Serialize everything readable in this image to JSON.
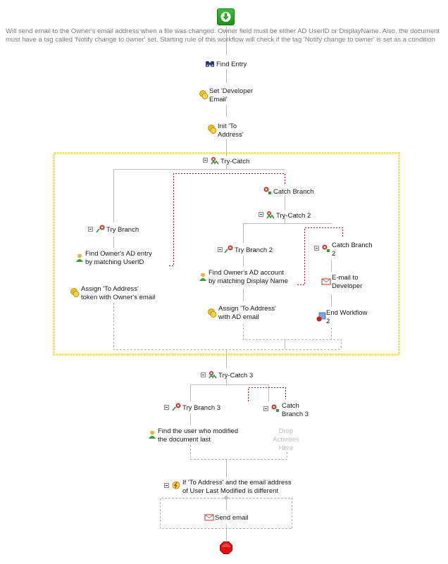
{
  "workflow": {
    "description": "Will send email to the Owner's email address when a file was changed. Owner field must be either AD UserID or DisplayName. Also, the document must have a tag called 'Notify change to owner' set. Starting rule of this workflow will check if the tag 'Notify change to owner' is set as a condition",
    "activities": {
      "find_entry": "Find Entry",
      "set_dev_email": "Set 'Developer\nEmail'",
      "init_to_address": "Init 'To\nAddress'",
      "try_catch": "Try-Catch",
      "try_branch": "Try Branch",
      "find_owner_ad_entry": "Find Owner's AD entry\nby matching UserID",
      "assign_to_address_1": "Assign 'To Address'\ntoken with Owner's email",
      "catch_branch": "Catch Branch",
      "try_catch_2": "Try-Catch 2",
      "try_branch_2": "Try Branch 2",
      "find_owner_ad_account": "Find Owner's AD account\nby matching Display Name",
      "assign_to_address_2": "Assign 'To Address'\nwith AD email",
      "catch_branch_2": "Catch Branch\n2",
      "email_to_developer": "E-mail to\nDeveloper",
      "end_workflow_2": "End Workflow\n2",
      "try_catch_3": "Try-Catch 3",
      "try_branch_3": "Try Branch 3",
      "find_user_modified": "Find the user who modified\nthe document last",
      "catch_branch_3": "Catch\nBranch 3",
      "drop_activities": "Drop\nActivities\nHere",
      "if_condition": "If 'To Address' and the email address\nof User Last Modified is different",
      "send_email": "Send email"
    }
  },
  "colors": {
    "connector": "#bdbdbd",
    "dashed_connector": "#b3b3b3",
    "catch_link": "#a0102a",
    "selection_border": "#f2e55b",
    "description_text": "#7d7d7d",
    "start_green": "#2aa52a",
    "stop_red": "#e01010"
  },
  "icons": {
    "start": "start-arrow-down-icon",
    "find_entry": "binoculars-icon",
    "token": "token-coin-icon",
    "try_catch": "try-catch-icon",
    "user": "user-icon",
    "email": "email-envelope-icon",
    "end_workflow": "end-workflow-icon",
    "condition": "condition-icon",
    "stop": "stop-octagon-icon",
    "collapse": "collapse-minus-icon"
  }
}
